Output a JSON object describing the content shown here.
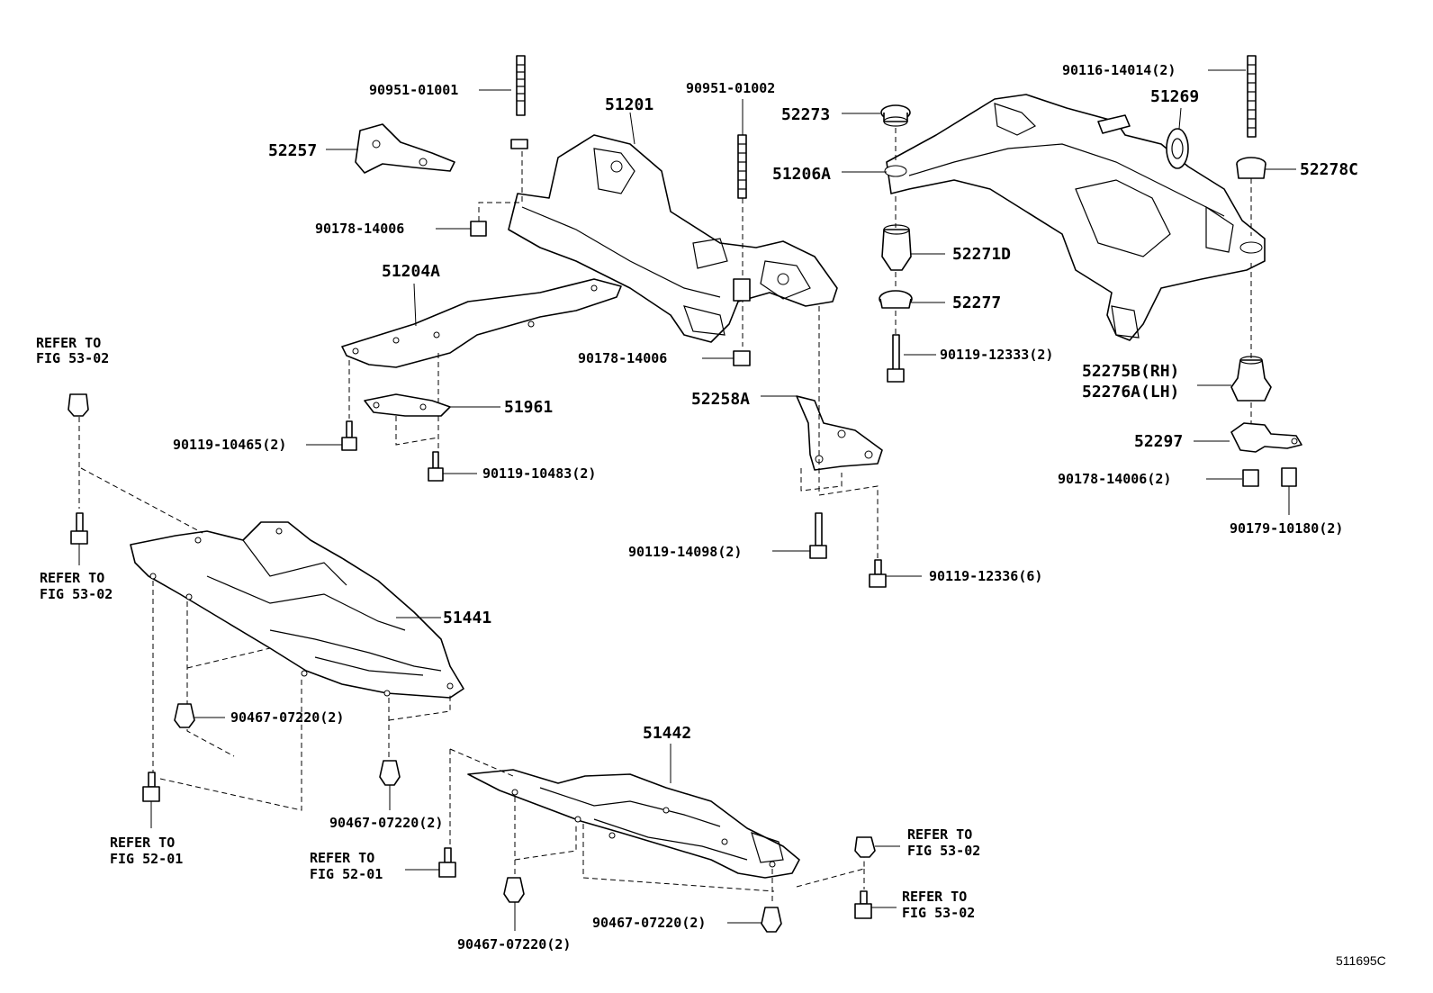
{
  "diagram_code": "511695C",
  "labels": {
    "p90951_01001": "90951-01001",
    "p52257": "52257",
    "p90178_14006_a": "90178-14006",
    "p51201": "51201",
    "p90951_01002": "90951-01002",
    "p51204a": "51204A",
    "p90178_14006_b": "90178-14006",
    "p51961": "51961",
    "p90119_10465": "90119-10465(2)",
    "p90119_10483": "90119-10483(2)",
    "p52258a": "52258A",
    "p90119_14098": "90119-14098(2)",
    "p90119_12336": "90119-12336(6)",
    "p52273": "52273",
    "p51206a": "51206A",
    "p52271d": "52271D",
    "p52277": "52277",
    "p90119_12333": "90119-12333(2)",
    "p90116_14014": "90116-14014(2)",
    "p51269": "51269",
    "p52278c": "52278C",
    "p52275b": "52275B(RH)",
    "p52276a": "52276A(LH)",
    "p52297": "52297",
    "p90178_14006_c": "90178-14006(2)",
    "p90179_10180": "90179-10180(2)",
    "p51441": "51441",
    "p90467_07220_a": "90467-07220(2)",
    "p90467_07220_b": "90467-07220(2)",
    "p51442": "51442",
    "p90467_07220_c": "90467-07220(2)",
    "p90467_07220_d": "90467-07220(2)"
  },
  "refs": {
    "r1": {
      "line1": "REFER TO",
      "line2": "FIG 53-02"
    },
    "r2": {
      "line1": "REFER TO",
      "line2": "FIG 53-02"
    },
    "r3": {
      "line1": "REFER TO",
      "line2": "FIG 52-01"
    },
    "r4": {
      "line1": "REFER TO",
      "line2": "FIG 52-01"
    },
    "r5": {
      "line1": "REFER TO",
      "line2": "FIG 53-02"
    },
    "r6": {
      "line1": "REFER TO",
      "line2": "FIG 53-02"
    }
  }
}
